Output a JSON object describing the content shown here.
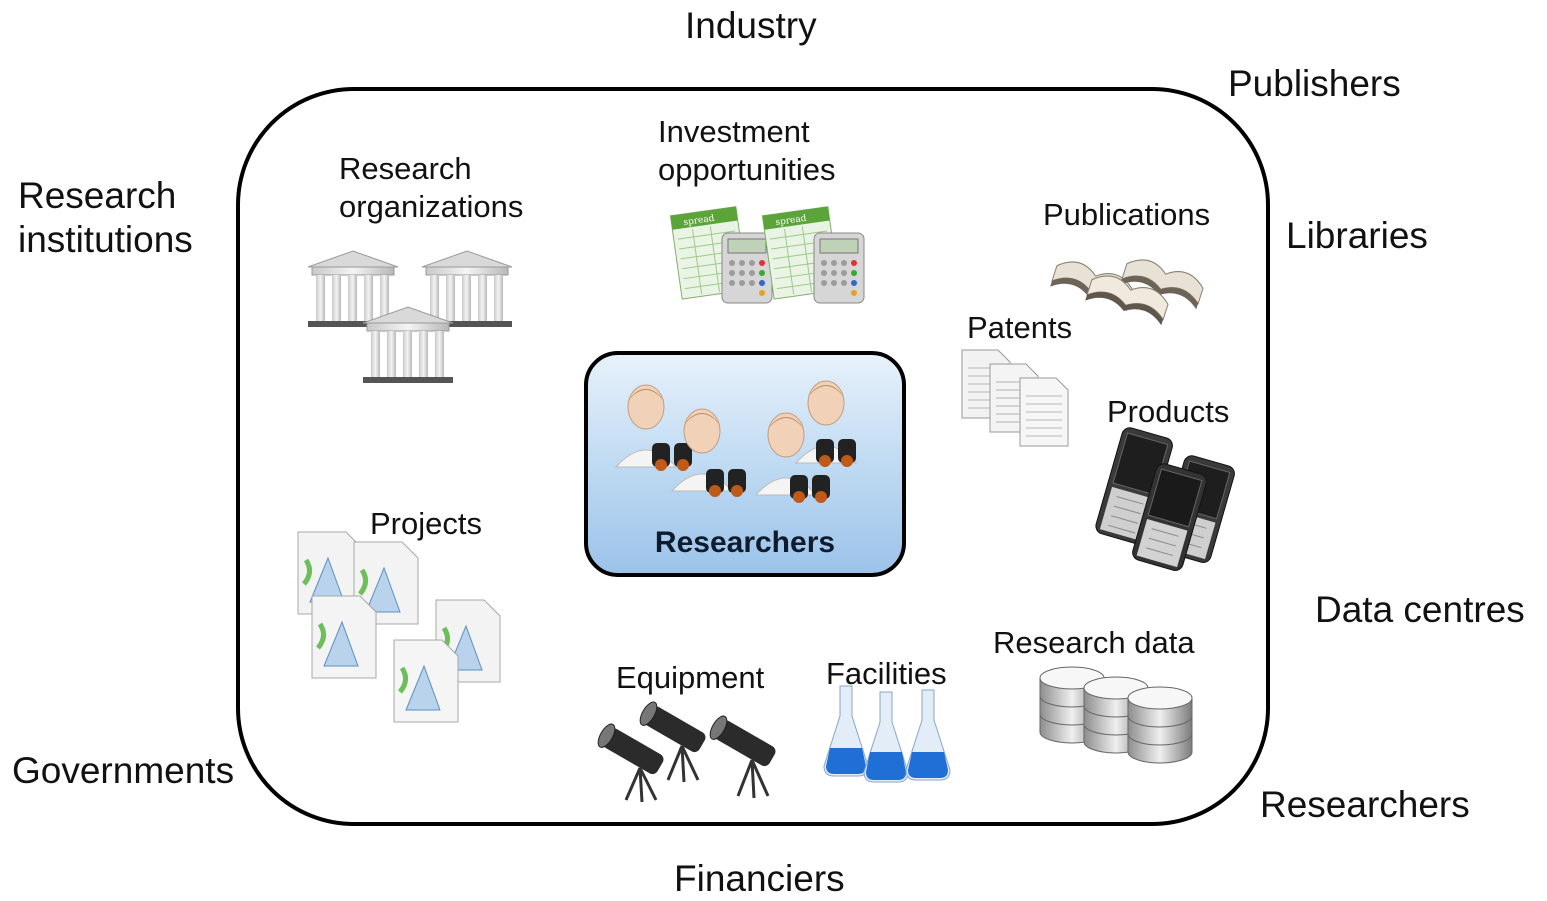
{
  "outer_labels": {
    "industry": "Industry",
    "publishers": "Publishers",
    "research_institutions": [
      "Research",
      "institutions"
    ],
    "libraries": "Libraries",
    "data_centres": "Data centres",
    "governments": "Governments",
    "researchers": "Researchers",
    "financiers": "Financiers"
  },
  "inner_labels": {
    "research_organizations": [
      "Research",
      "organizations"
    ],
    "investment_opportunities": [
      "Investment",
      "opportunities"
    ],
    "publications": "Publications",
    "patents": "Patents",
    "products": "Products",
    "projects": "Projects",
    "equipment": "Equipment",
    "facilities": "Facilities",
    "research_data": "Research data"
  },
  "center": {
    "label": "Researchers"
  },
  "icons": {
    "research_organizations": "building-icon",
    "investment_opportunities": "spreadsheet-calculator-icon",
    "spreadsheet_tab": "spread",
    "publications": "open-book-icon",
    "patents": "document-icon",
    "products": "mobile-phone-icon",
    "projects": "drafting-document-icon",
    "equipment": "telescope-icon",
    "facilities": "flask-icon",
    "research_data": "database-icon",
    "researchers": "researcher-binoculars-icon"
  },
  "colors": {
    "frame": "#000000",
    "center_box_top": "#e7f1fb",
    "center_box_bottom": "#9cc3ea",
    "flask_liquid": "#1f6fd6",
    "spreadsheet_green": "#5aa43a"
  }
}
